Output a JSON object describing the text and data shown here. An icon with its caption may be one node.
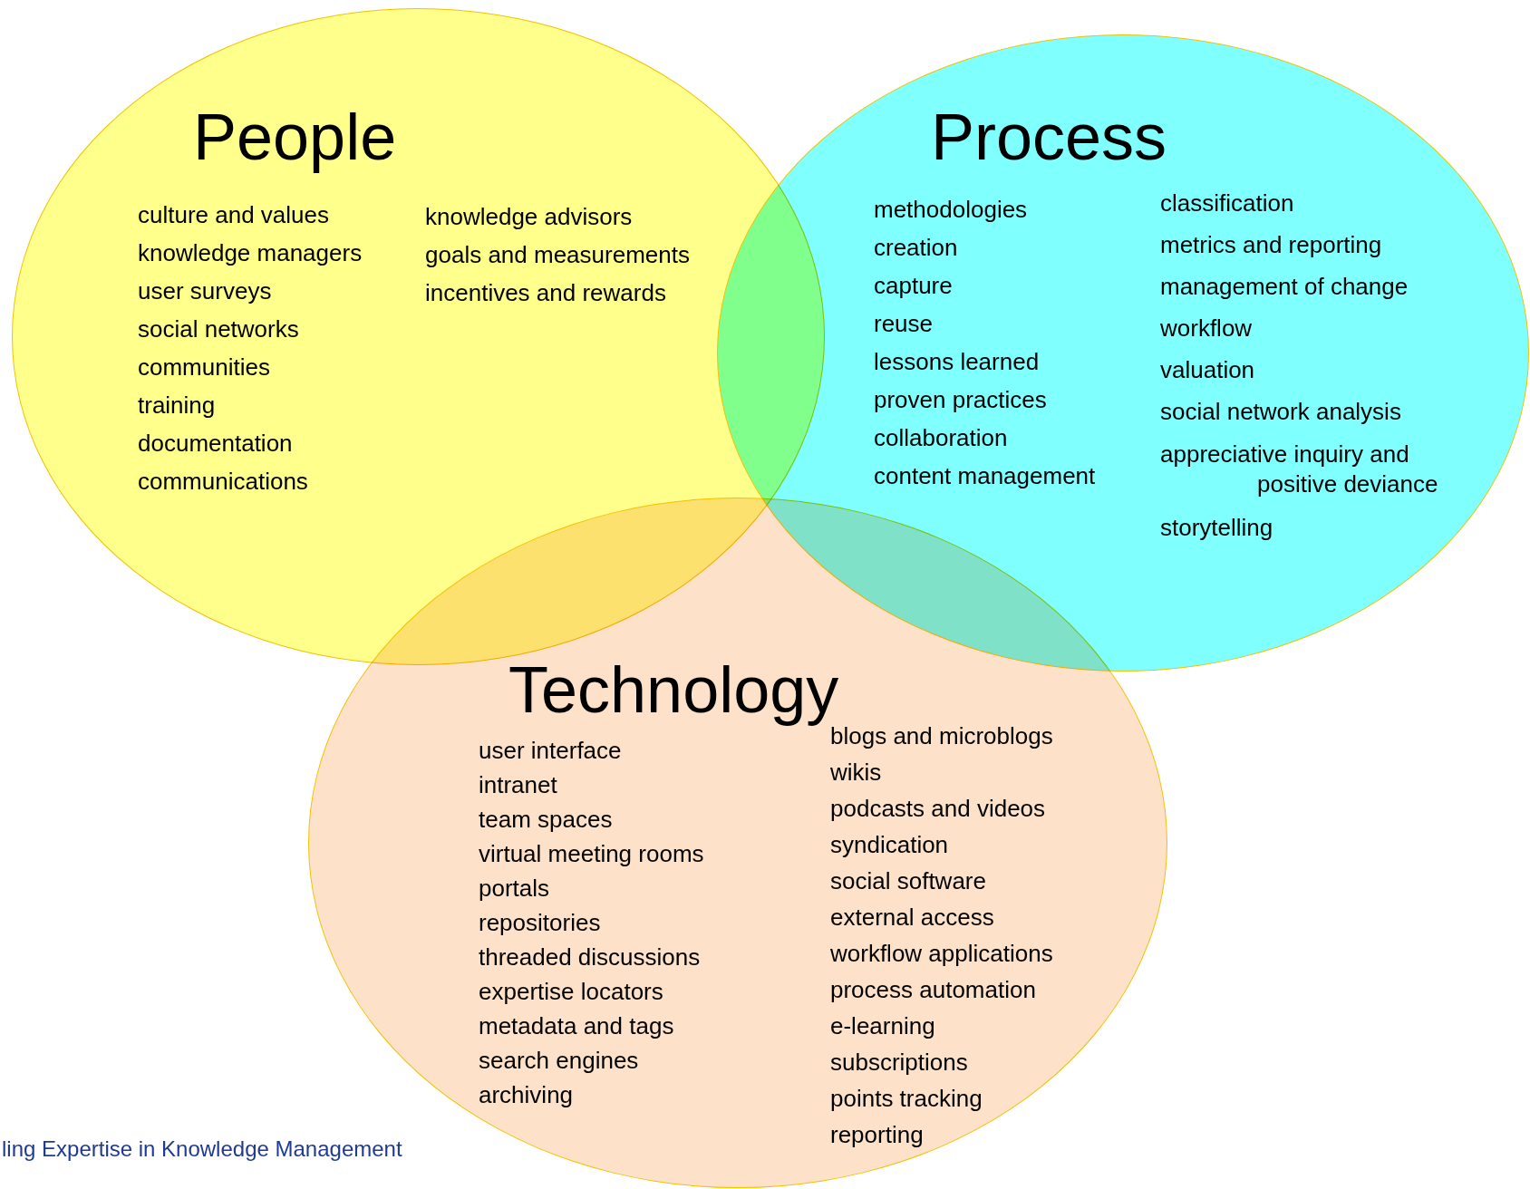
{
  "diagram": {
    "nodes": [
      {
        "text": [
          "People",
          "culture and values",
          "knowledge managers",
          "user surveys",
          "social networks",
          "communities",
          "training",
          "documentation",
          "communications",
          "knowledge advisors",
          "goals and measurements",
          "incentives and rewards"
        ]
      },
      {
        "text": [
          "Process",
          "methodologies",
          "creation",
          "capture",
          "reuse",
          "lessons learned",
          "proven practices",
          "collaboration",
          "content management",
          "classification",
          "metrics and reporting",
          "management of change",
          "workflow",
          "valuation",
          "social network analysis",
          "appreciative inquiry and positive deviance",
          "storytelling"
        ]
      },
      {
        "text": [
          "Technology",
          "user interface",
          "intranet",
          "team spaces",
          "virtual meeting rooms",
          "portals",
          "repositories",
          "threaded discussions",
          "expertise locators",
          "metadata and tags",
          "search engines",
          "archiving",
          "blogs and microblogs",
          "wikis",
          "podcasts and videos",
          "syndication",
          "social software",
          "external access",
          "workflow applications",
          "process automation",
          "e-learning",
          "subscriptions",
          "points tracking",
          "reporting"
        ]
      }
    ],
    "labels": [
      "ling Expertise in Knowledge Management"
    ]
  }
}
